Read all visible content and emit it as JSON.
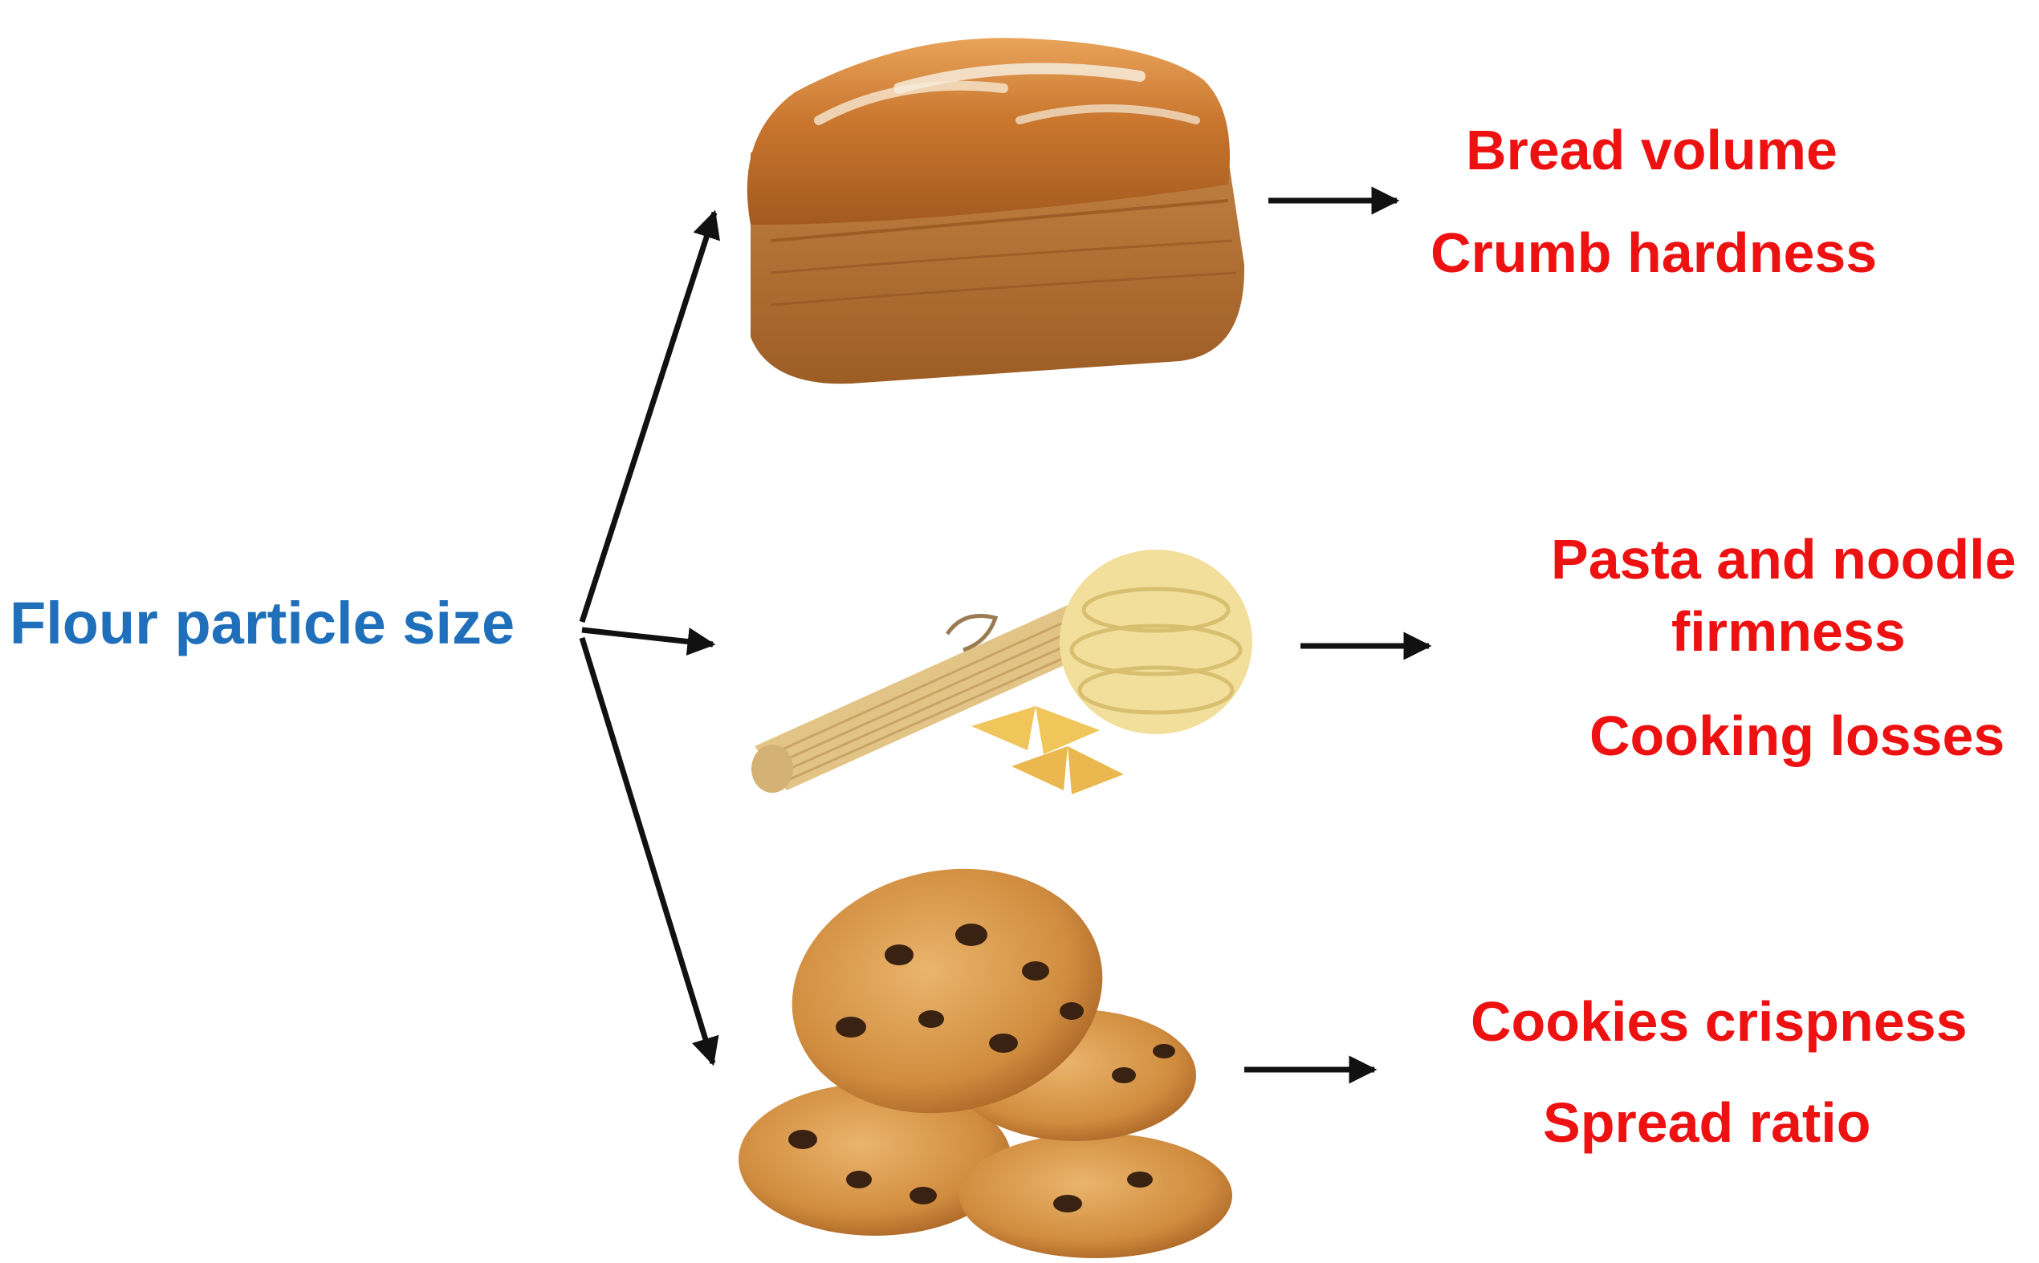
{
  "source": {
    "label": "Flour particle size",
    "color": "#1f6fba"
  },
  "effect_color": "#ee1111",
  "arrow_color": "#111111",
  "products": [
    {
      "name": "bread",
      "effects": [
        "Bread volume",
        "Crumb hardness"
      ]
    },
    {
      "name": "pasta",
      "effects": [
        "Pasta and noodle",
        "firmness",
        "Cooking losses"
      ]
    },
    {
      "name": "cookies",
      "effects": [
        "Cookies crispness",
        "Spread ratio"
      ]
    }
  ],
  "icons": [
    "bread-loaf-icon",
    "pasta-bundle-icon",
    "cookie-stack-icon"
  ]
}
